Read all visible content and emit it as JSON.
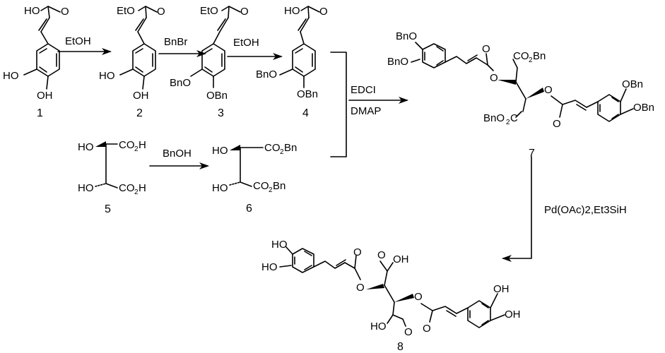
{
  "scheme": {
    "reagents": {
      "step1": "EtOH",
      "step2": "BnBr",
      "step3": "EtOH",
      "step4a": "BnOH",
      "step5a": "EDCI",
      "step5b": "DMAP",
      "step6": "Pd(OAc)2,Et3SiH"
    },
    "compound_numbers": [
      "1",
      "2",
      "3",
      "4",
      "5",
      "6",
      "7",
      "8"
    ]
  },
  "colors": {
    "ink": "#000000",
    "background": "#ffffff"
  }
}
